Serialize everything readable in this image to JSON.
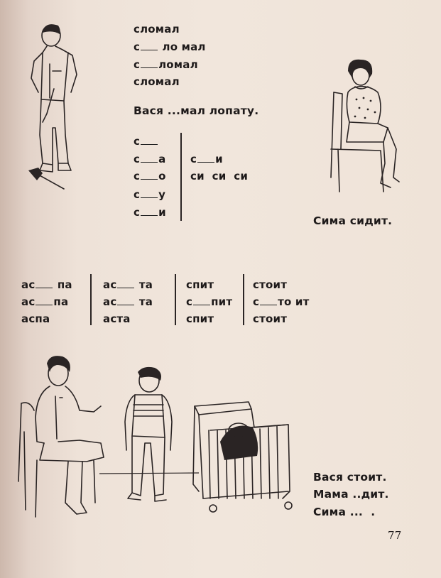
{
  "syllables": {
    "lines": [
      "сломал",
      "с",
      "ло мал",
      "с",
      "ломал",
      "сломал"
    ]
  },
  "sentence_top": "Вася ...мал лопату.",
  "column_left": {
    "rows": [
      {
        "pre": "с",
        "post": ""
      },
      {
        "pre": "с",
        "post": "а"
      },
      {
        "pre": "с",
        "post": "о"
      },
      {
        "pre": "с",
        "post": "у"
      },
      {
        "pre": "с",
        "post": "и"
      }
    ]
  },
  "column_right": {
    "row1_pre": "с",
    "row1_post": "и",
    "row2": "си  си  си"
  },
  "caption_girl": "Сима сидит.",
  "table": {
    "col1": [
      "ас",
      "па",
      "ас",
      "па",
      "аспа"
    ],
    "col2": [
      "ас",
      "та",
      "ас",
      "та",
      "аста"
    ],
    "col3": [
      "спит",
      "с",
      "пит",
      "спит"
    ],
    "col4": [
      "стоит",
      "с",
      "то ит",
      "стоит"
    ]
  },
  "bottom_sentences": [
    "Вася стоит.",
    "Мама ..дит.",
    "Сима ...  ."
  ],
  "page_number": "77",
  "illustrations": [
    "boy-with-shovel",
    "girl-on-chair",
    "mother-on-chair",
    "boy-standing",
    "baby-in-crib"
  ]
}
